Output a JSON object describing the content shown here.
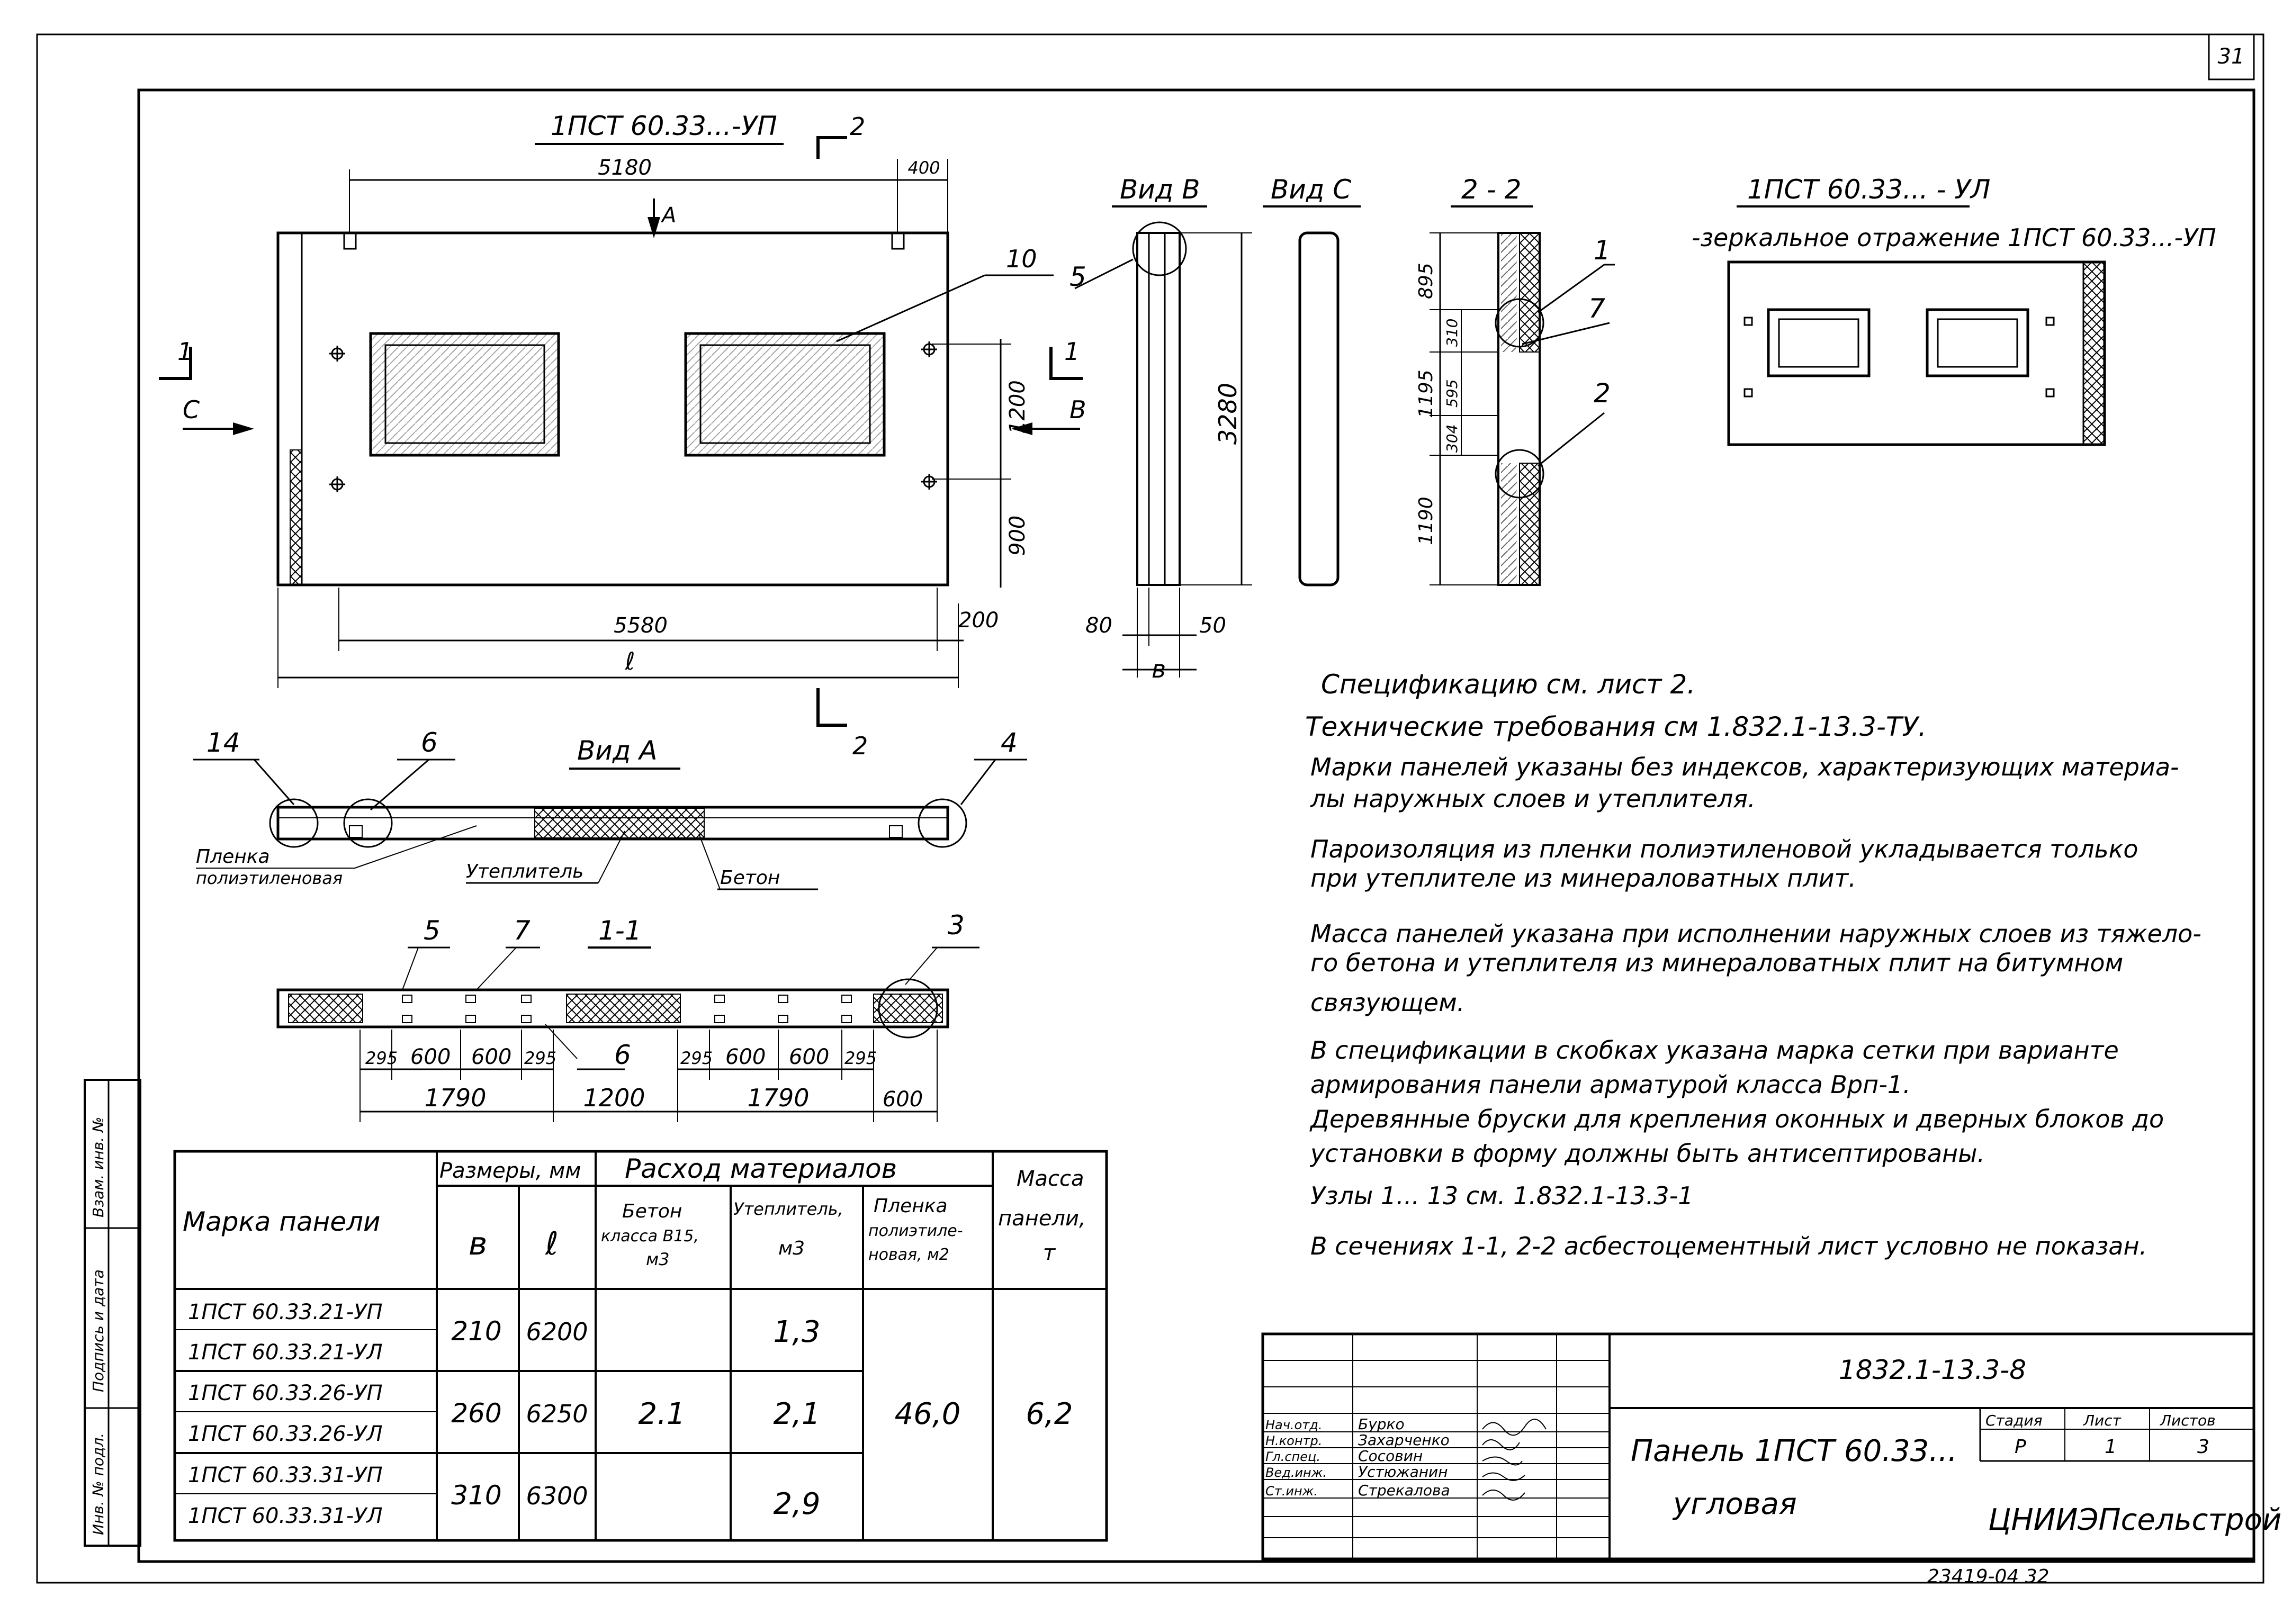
{
  "sheet": {
    "page_number": "31",
    "stamp_bottom": "23419-04   32"
  },
  "front_view": {
    "title": "1ПСТ 60.33...-УП",
    "section_2": "2",
    "dim_top_5180": "5180",
    "dim_top_400": "400",
    "arrow_a": "А",
    "callout_10": "10",
    "section_1": "1",
    "arrow_c": "С",
    "arrow_b": "В",
    "dim_1200": "1200",
    "dim_900": "900",
    "dim_5580": "5580",
    "dim_200": "200",
    "dim_l": "ℓ"
  },
  "view_b": {
    "title": "Вид В",
    "callout_5": "5",
    "dim_3280": "3280",
    "dim_80": "80",
    "dim_50": "50",
    "dim_b": "в"
  },
  "view_c": {
    "title": "Вид С"
  },
  "section_2_2": {
    "title": "2 - 2",
    "dim_895": "895",
    "dim_1195": "1195",
    "dim_310": "310",
    "dim_595": "595",
    "dim_304": "304",
    "dim_1190": "1190",
    "callout_1": "1",
    "callout_7": "7",
    "callout_2": "2"
  },
  "mirror": {
    "title": "1ПСТ 60.33... - УЛ",
    "note": "-зеркальное отражение 1ПСТ 60.33...-УП"
  },
  "view_a": {
    "title": "Вид А",
    "callout_14": "14",
    "callout_6": "6",
    "callout_4": "4",
    "label_film_1": "Пленка",
    "label_film_2": "полиэтиленовая",
    "label_insulation": "Утеплитель",
    "label_concrete": "Бетон"
  },
  "section_1_1": {
    "title": "1-1",
    "callout_5": "5",
    "callout_7": "7",
    "callout_3": "3",
    "callout_6": "6",
    "dims_row1": [
      "295",
      "600",
      "600",
      "295",
      "295",
      "600",
      "600",
      "295"
    ],
    "dim_1790_a": "1790",
    "dim_1200": "1200",
    "dim_1790_b": "1790",
    "dim_600": "600"
  },
  "notes": [
    "Спецификацию см. лист 2.",
    "Технические требования   см  1.832.1-13.3-ТУ.",
    "Марки панелей указаны без индексов, характеризующих материа-",
    "лы наружных слоев и утеплителя.",
    "Пароизоляция из пленки полиэтиленовой укладывается только",
    "при утеплителе из минераловатных плит.",
    "Масса панелей указана при исполнении наружных слоев из тяжело-",
    "го бетона и утеплителя из минераловатных плит на битумном",
    "связующем.",
    "В спецификации в скобках указана марка сетки при варианте",
    "армирования панели арматурой класса Врп-1.",
    "Деревянные бруски для крепления оконных и дверных блоков до",
    "установки в форму должны быть антисептированы.",
    "Узлы 1... 13 см.  1.832.1-13.3-1",
    "В сечениях 1-1, 2-2 асбестоцементный лист условно не показан."
  ],
  "spec_table": {
    "header": {
      "mark": "Марка панели",
      "sizes": "Размеры, мм",
      "size_b": "в",
      "size_l": "ℓ",
      "consumption": "Расход материалов",
      "concrete_1": "Бетон",
      "concrete_2": "класса В15,",
      "concrete_3": "м3",
      "insulation_1": "Утеплитель,",
      "insulation_2": "м3",
      "film_1": "Пленка",
      "film_2": "полиэтиле-",
      "film_3": "новая, м2",
      "mass_1": "Масса",
      "mass_2": "панели,",
      "mass_3": "т"
    },
    "marks": [
      "1ПСТ 60.33.21-УП",
      "1ПСТ 60.33.21-УЛ",
      "1ПСТ 60.33.26-УП",
      "1ПСТ 60.33.26-УЛ",
      "1ПСТ 60.33.31-УП",
      "1ПСТ 60.33.31-УЛ"
    ],
    "sizes": [
      {
        "b": "210",
        "l": "6200"
      },
      {
        "b": "260",
        "l": "6250"
      },
      {
        "b": "310",
        "l": "6300"
      }
    ],
    "concrete": "2.1",
    "insulation": [
      "1,3",
      "2,1",
      "2,9"
    ],
    "film": "46,0",
    "mass": "6,2"
  },
  "margin_labels": [
    "Инв. № подл.",
    "Подпись и дата",
    "Взам. инв. №"
  ],
  "title_block": {
    "doc_code": "1832.1-13.3-8",
    "name_1": "Панель 1ПСТ 60.33...",
    "name_2": "угловая",
    "stage_label": "Стадия",
    "sheet_label": "Лист",
    "sheets_label": "Листов",
    "stage": "Р",
    "sheet": "1",
    "sheets": "3",
    "org": "ЦНИИЭПсельстрой",
    "signers": [
      {
        "role": "Нач.отд.",
        "name": "Бурко"
      },
      {
        "role": "Н.контр.",
        "name": "Захарченко"
      },
      {
        "role": "Гл.спец.",
        "name": "Сосовин"
      },
      {
        "role": "Вед.инж.",
        "name": "Устюжанин"
      },
      {
        "role": "Ст.инж.",
        "name": "Стрекалова"
      }
    ]
  }
}
